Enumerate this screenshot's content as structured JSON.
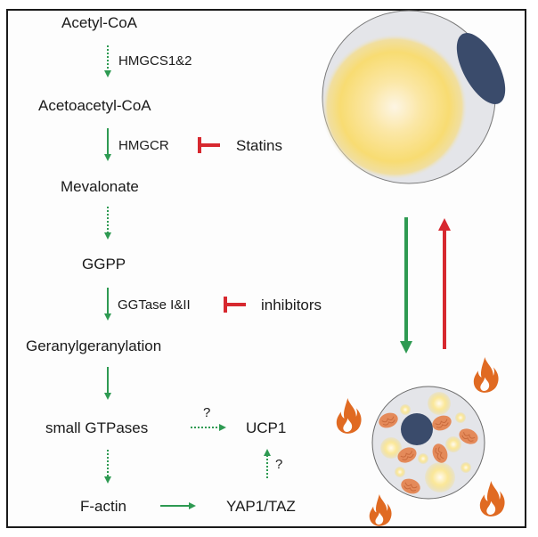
{
  "pathway": {
    "nodes": {
      "acetyl_coa": "Acetyl-CoA",
      "acetoacetyl_coa": "Acetoacetyl-CoA",
      "mevalonate": "Mevalonate",
      "ggpp": "GGPP",
      "geranylgeranylation": "Geranylgeranylation",
      "small_gtpases": "small GTPases",
      "ucp1": "UCP1",
      "f_actin": "F-actin",
      "yap1_taz": "YAP1/TAZ"
    },
    "enzymes": {
      "hmgcs": "HMGCS1&2",
      "hmgcr": "HMGCR",
      "ggtase": "GGTase I&II"
    },
    "inhibitors": {
      "statins": "Statins",
      "ggtase_inhibitors": "inhibitors"
    },
    "unknown_marks": {
      "gtpases_to_ucp1": "?",
      "yap_to_ucp1": "?"
    }
  },
  "colors": {
    "activation_green": "#2e9a52",
    "inhibition_red": "#d7282f",
    "nucleus_navy": "#3a4b6b",
    "lipid_yellow": "#f7d65a",
    "mitochondria_orange": "#e48a5a",
    "flame_orange": "#e06a22",
    "cell_gray": "#e4e5e9",
    "frame_black": "#1a1a1a"
  },
  "icons": {
    "flames": [
      "flame-icon",
      "flame-icon",
      "flame-icon",
      "flame-icon",
      "flame-icon"
    ],
    "cells": [
      "white-adipocyte-icon",
      "brown-adipocyte-icon"
    ]
  }
}
